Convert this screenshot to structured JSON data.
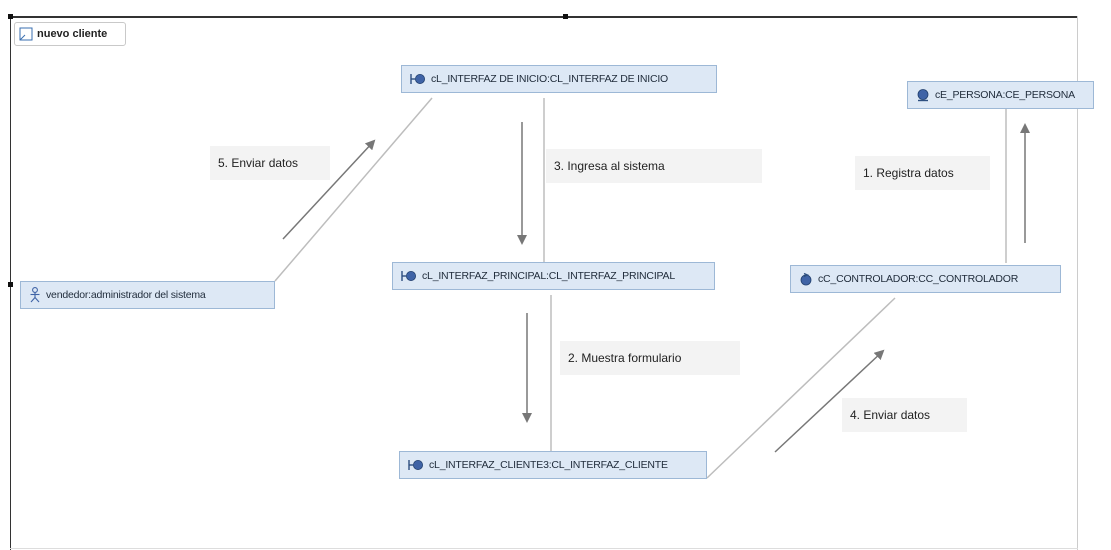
{
  "diagram": {
    "title": "nuevo cliente",
    "lifelines": {
      "inicio": "cL_INTERFAZ DE INICIO:CL_INTERFAZ DE INICIO",
      "principal": "cL_INTERFAZ_PRINCIPAL:CL_INTERFAZ_PRINCIPAL",
      "cliente": "cL_INTERFAZ_CLIENTE3:CL_INTERFAZ_CLIENTE",
      "actor": "vendedor:administrador del sistema",
      "persona": "cE_PERSONA:CE_PERSONA",
      "controlador": "cC_CONTROLADOR:CC_CONTROLADOR"
    },
    "messages": {
      "m5": "5. Enviar datos",
      "m3": "3. Ingresa al sistema",
      "m1": "1. Registra datos",
      "m2": "2. Muestra formulario",
      "m4": "4. Enviar datos"
    },
    "colors": {
      "lifeline_fill": "#dde8f5",
      "lifeline_border": "#9db8d6",
      "link_line": "#bdbdbd",
      "arrow": "#777777",
      "message_bg": "#f3f3f3"
    }
  }
}
